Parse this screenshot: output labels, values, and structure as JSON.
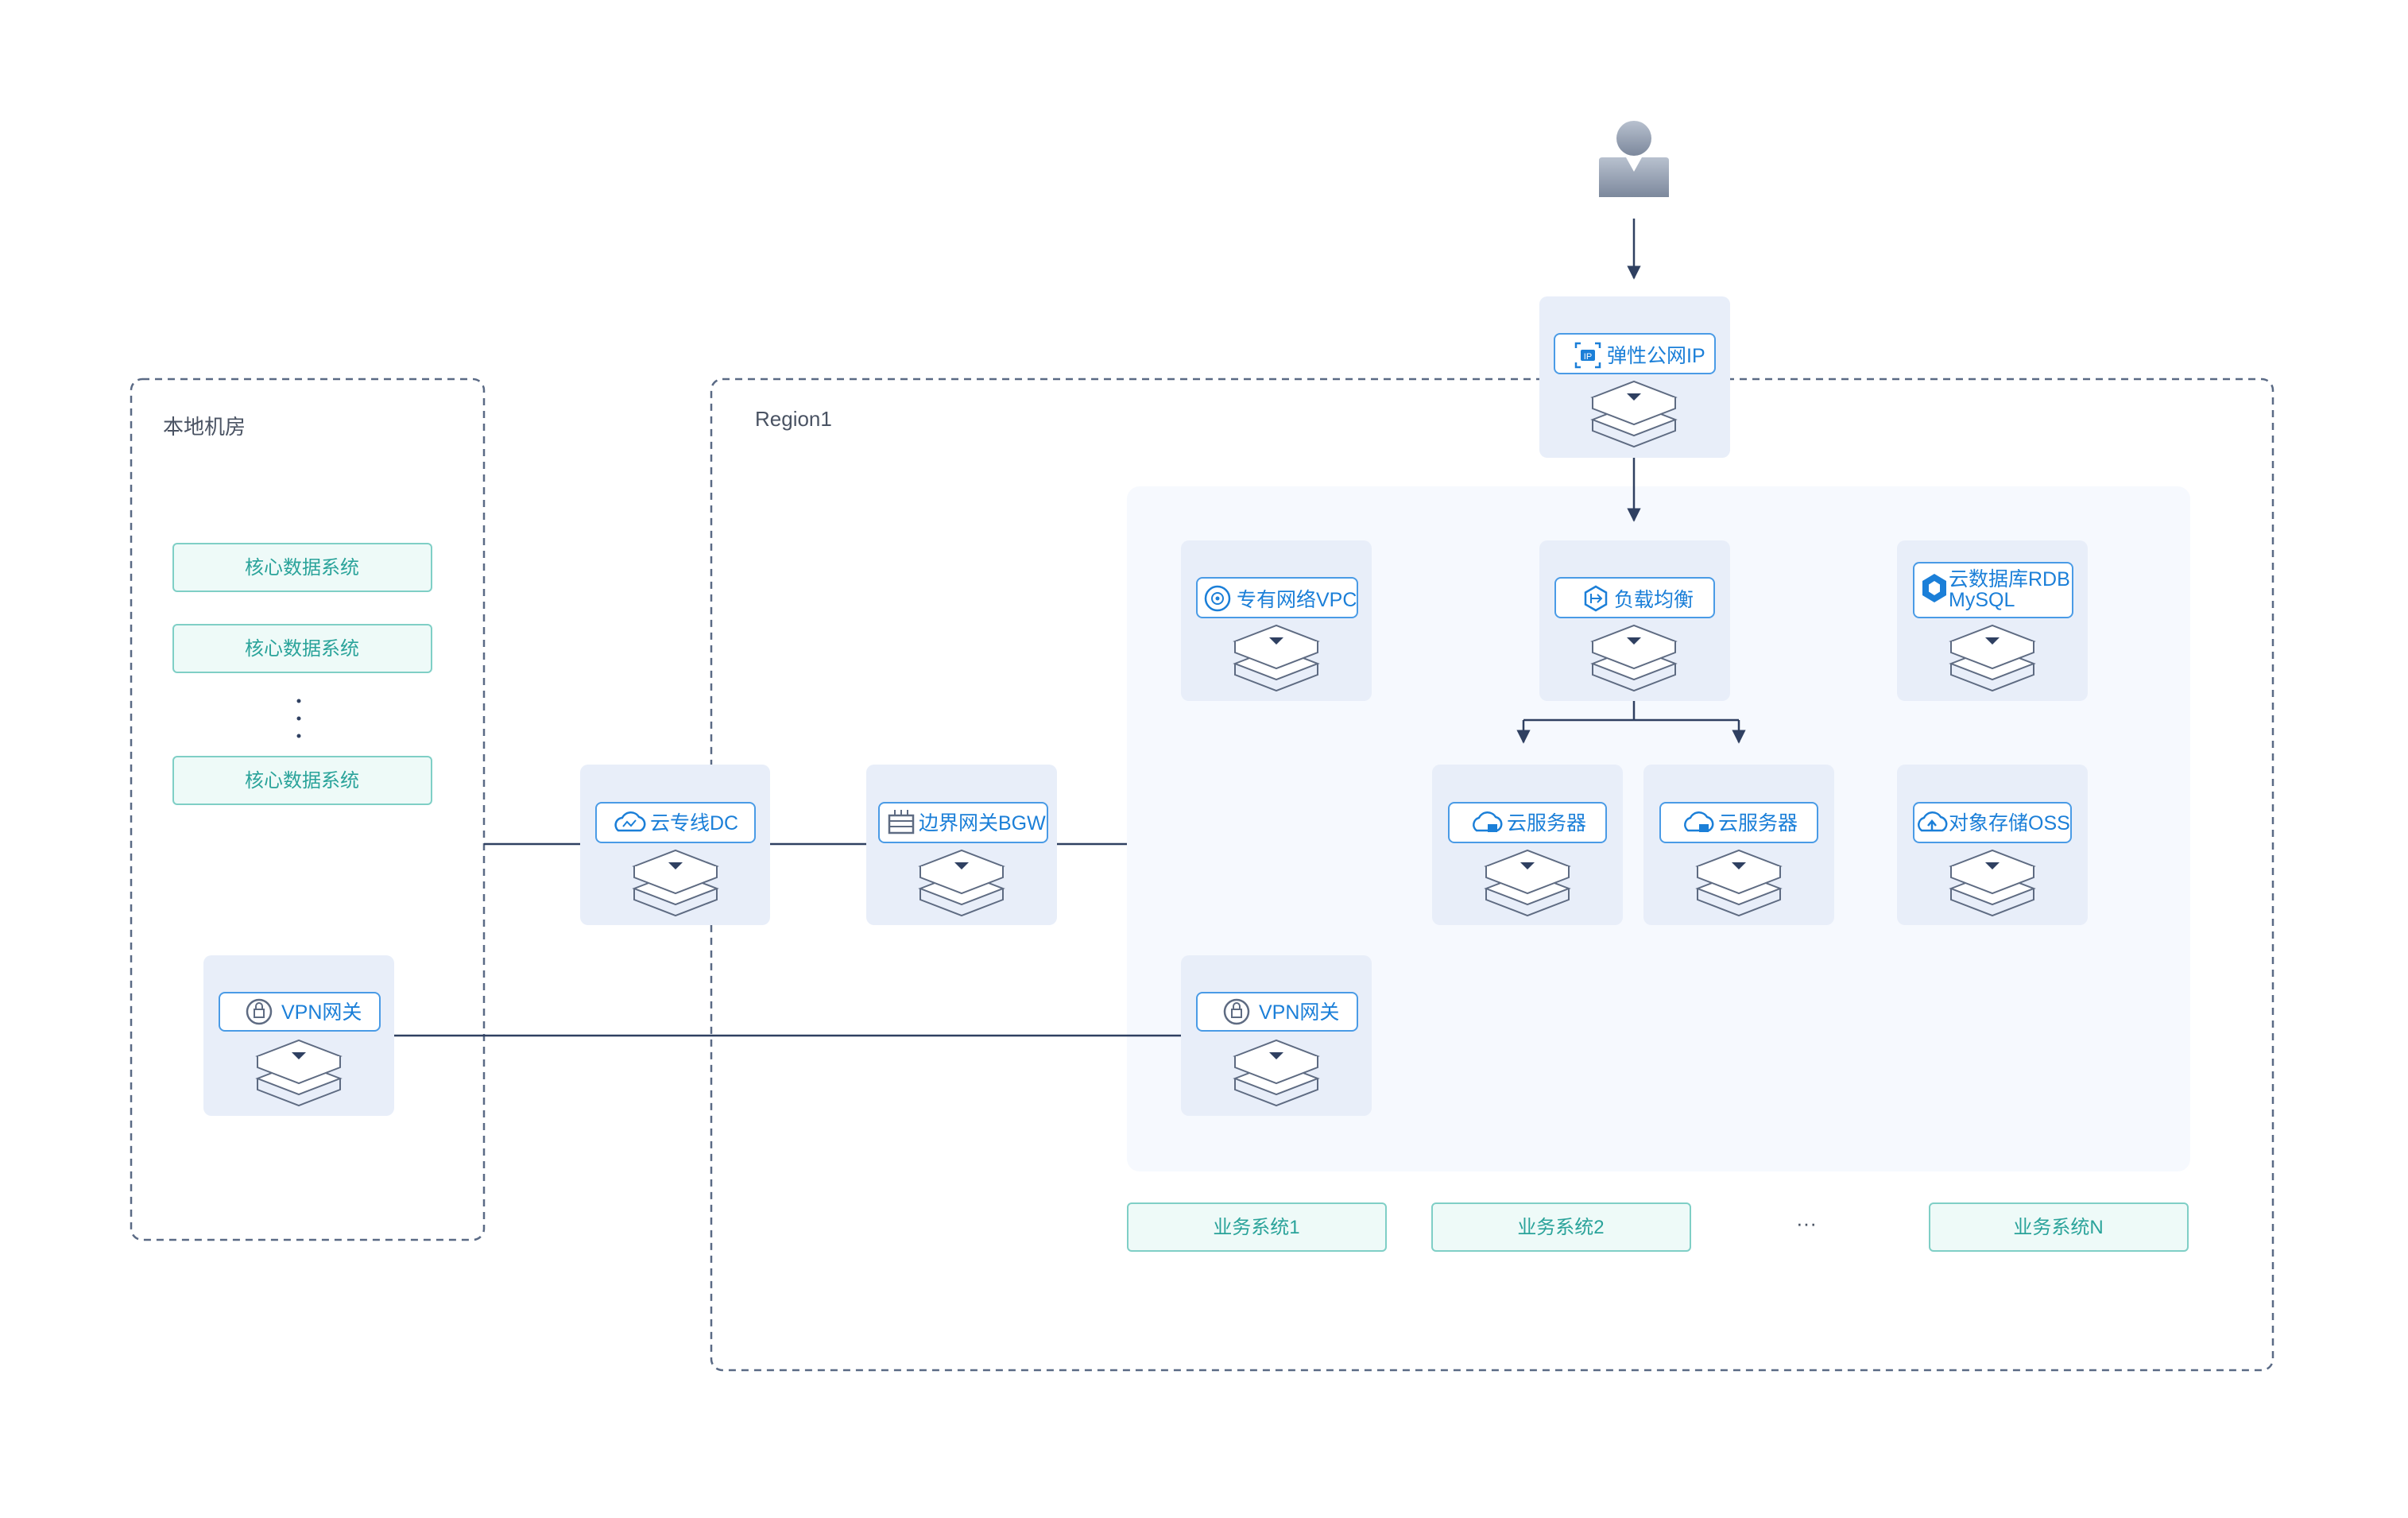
{
  "frames": {
    "local": {
      "label": "本地机房"
    },
    "region": {
      "label": "Region1"
    }
  },
  "services": {
    "eip": "弹性公网IP",
    "vpc": "专有网络VPC",
    "slb": "负载均衡",
    "rdb_line1": "云数据库RDB",
    "rdb_line2": "MySQL",
    "ecs1": "云服务器",
    "ecs2": "云服务器",
    "oss": "对象存储OSS",
    "vpn_cloud": "VPN网关",
    "vpn_local": "VPN网关",
    "dc": "云专线DC",
    "bgw": "边界网关BGW"
  },
  "local_systems": [
    "核心数据系统",
    "核心数据系统",
    "核心数据系统"
  ],
  "local_ellipsis": "·\n·\n·",
  "business_systems": {
    "s1": "业务系统1",
    "s2": "业务系统2",
    "ellipsis": "···",
    "sn": "业务系统N"
  },
  "colors": {
    "frame_border": "#5a6a85",
    "tile_bg": "#e8eef9",
    "zone_bg": "#f6f9fe",
    "label_text": "#1b7fd8",
    "system_text": "#2aa39a",
    "system_border": "#7fcfc6",
    "system_bg": "#eefaf8",
    "line": "#2f4061"
  }
}
